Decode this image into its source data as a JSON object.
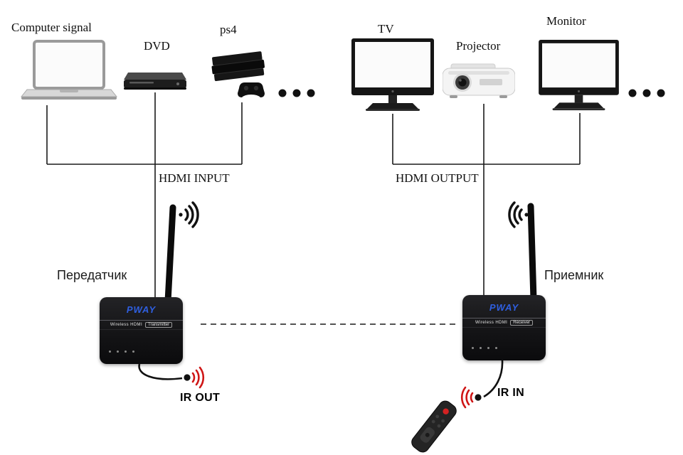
{
  "sources": {
    "computer_label": "Computer signal",
    "dvd_label": "DVD",
    "ps4_label": "ps4"
  },
  "displays": {
    "tv_label": "TV",
    "projector_label": "Projector",
    "monitor_label": "Monitor"
  },
  "connections": {
    "hdmi_input_label": "HDMI INPUT",
    "hdmi_output_label": "HDMI OUTPUT"
  },
  "transmitter": {
    "name_ru": "Передатчик",
    "brand": "PWAY",
    "product_line": "Wireless HDMI",
    "badge": "Transmitter",
    "ir_label": "IR OUT"
  },
  "receiver": {
    "name_ru": "Приемник",
    "brand": "PWAY",
    "product_line": "Wireless HDMI",
    "badge": "Receiver",
    "ir_label": "IR IN"
  },
  "colors": {
    "brand_blue": "#2f5fe0",
    "ir_red": "#cf1616",
    "line_color": "#1a1a1a"
  }
}
